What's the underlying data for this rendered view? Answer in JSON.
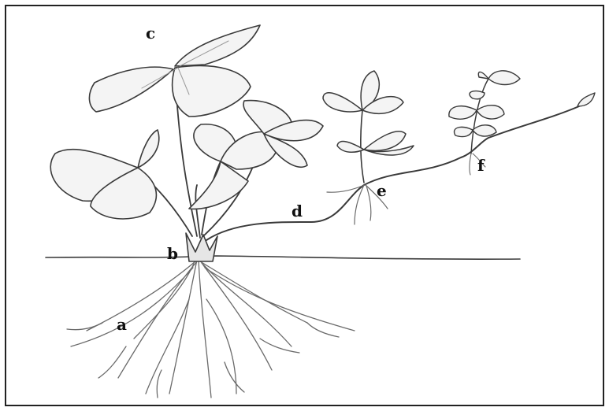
{
  "labels": {
    "a": "a",
    "b": "b",
    "c": "c",
    "d": "d",
    "e": "e",
    "f": "f"
  },
  "colors": {
    "stroke": "#3a3a3a",
    "leaf_fill": "#f4f4f4",
    "shade": "#bdbdbd"
  }
}
